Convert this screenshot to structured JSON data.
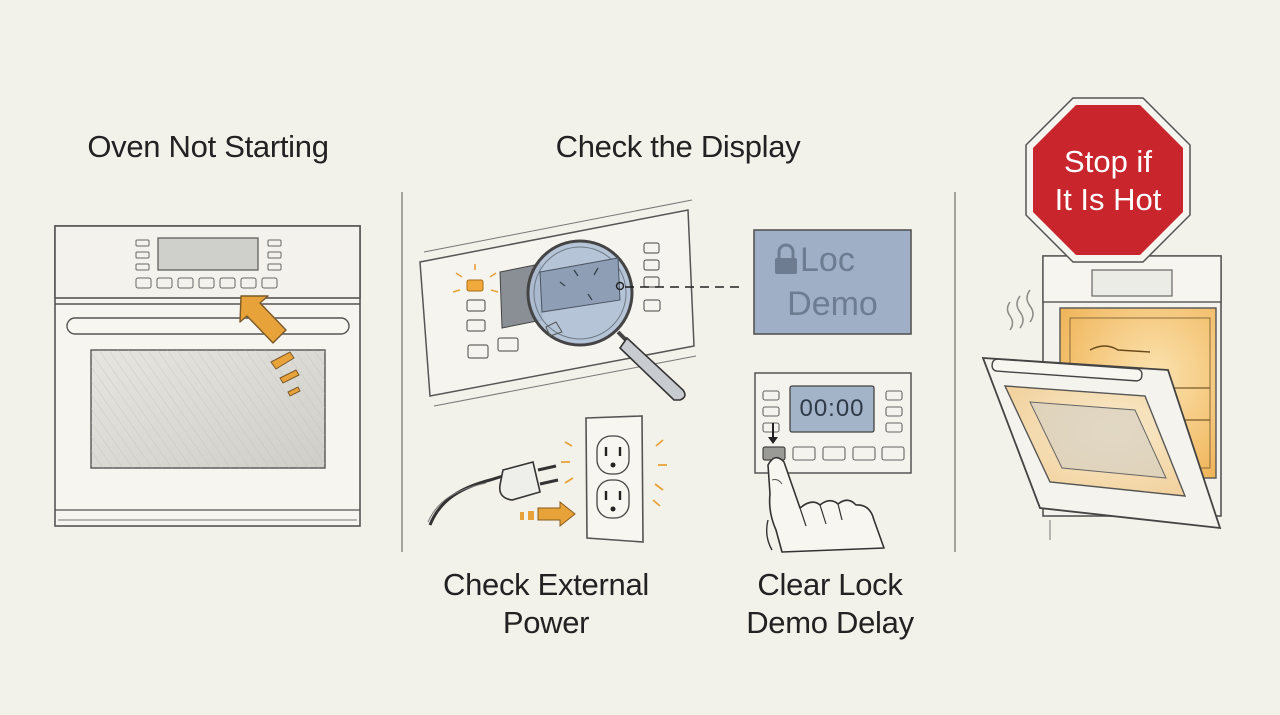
{
  "panels": {
    "oven_not_starting": {
      "title": "Oven Not Starting"
    },
    "check_display": {
      "title": "Check the Display"
    },
    "external_power": {
      "line1": "Check External",
      "line2": "Power"
    },
    "clear_lock": {
      "line1": "Clear Lock",
      "line2": "Demo Delay"
    },
    "hot_warning": {
      "sign_line1": "Stop if",
      "sign_line2": "It Is Hot"
    }
  },
  "displays": {
    "lock_demo": {
      "line1": "Loc",
      "line2": "Demo"
    },
    "clock": {
      "value": "00:00"
    }
  },
  "colors": {
    "accent_orange": "#e8a23a",
    "stop_red": "#c9252d",
    "lcd_blue": "#9fb0c6",
    "background": "#f2f1ea"
  }
}
